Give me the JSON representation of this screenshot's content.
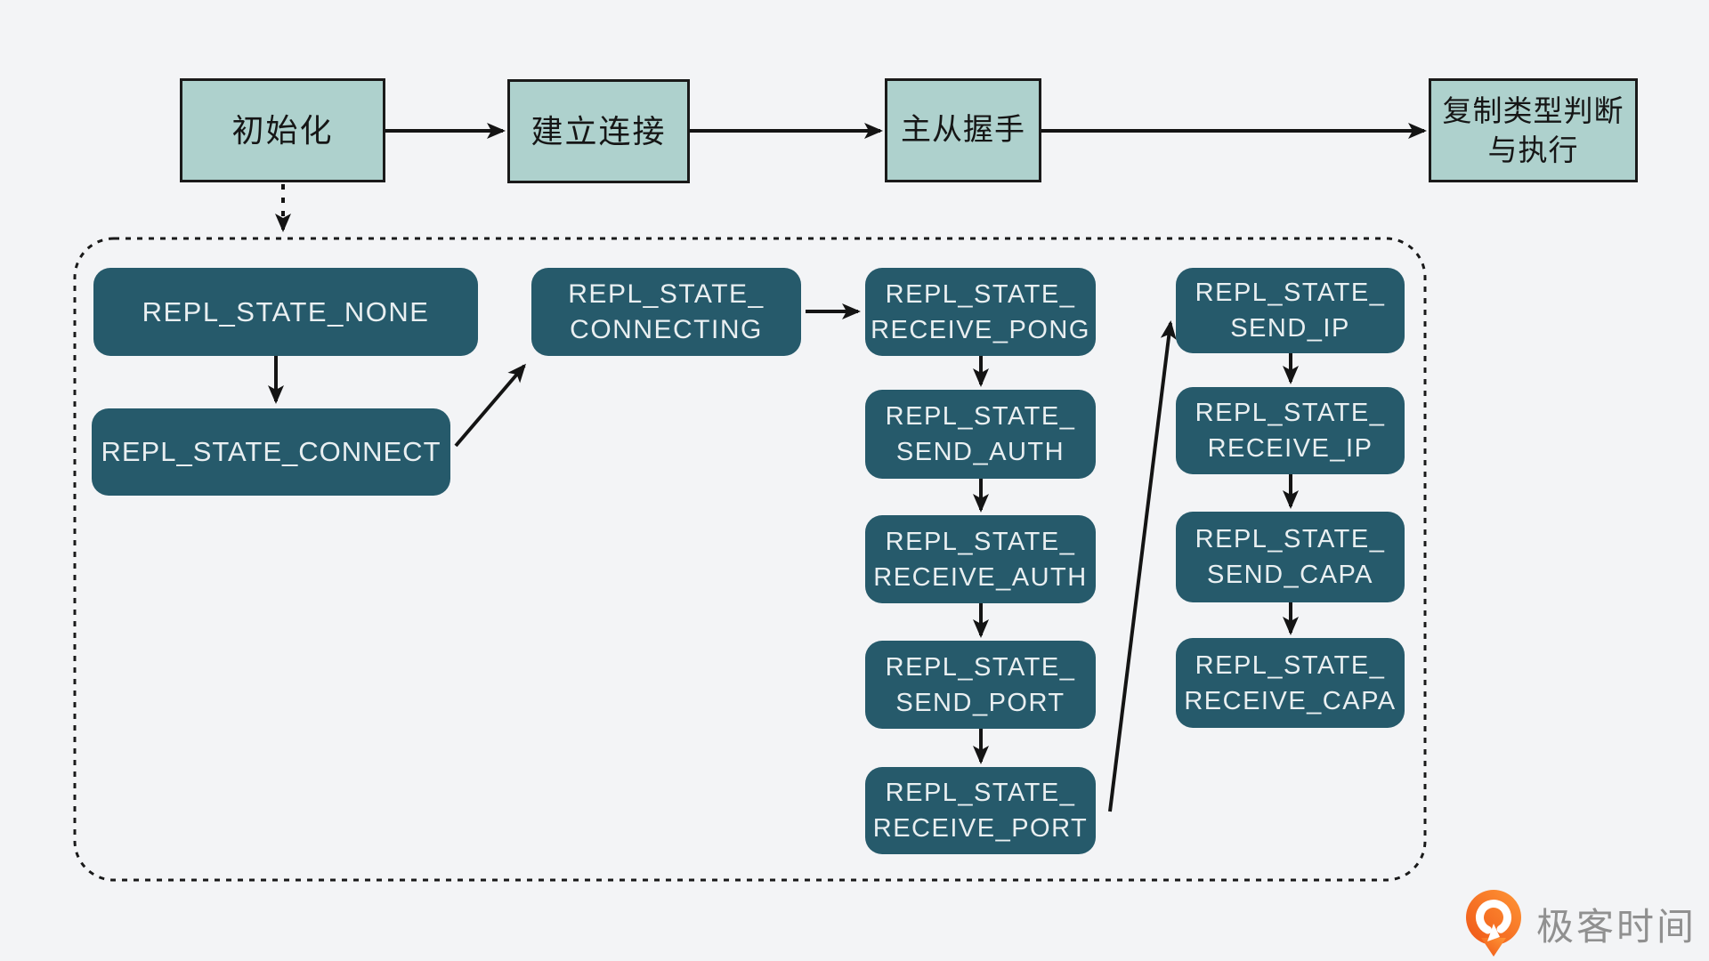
{
  "page": {
    "background_color": "#f3f4f6",
    "arrow_color": "#141414"
  },
  "top_flow": {
    "box_fill_color": "#aed1cd",
    "box_border_color": "#1a1a1a",
    "nodes": [
      {
        "id": "init",
        "lines": [
          "初始化"
        ]
      },
      {
        "id": "establish_connection",
        "lines": [
          "建立连接"
        ]
      },
      {
        "id": "master_slave_handshake",
        "lines": [
          "主从握手"
        ]
      },
      {
        "id": "repl_type_judge_execute",
        "lines": [
          "复制类型判断",
          "与执行"
        ]
      }
    ]
  },
  "state_machine": {
    "container_border_color": "#1a1a1a",
    "container_border_style": "dotted",
    "node_fill_color": "#265a6b",
    "node_text_color": "#e9eff1",
    "nodes": [
      {
        "id": "REPL_STATE_NONE",
        "lines": [
          "REPL_STATE_NONE"
        ]
      },
      {
        "id": "REPL_STATE_CONNECT",
        "lines": [
          "REPL_STATE_CONNECT"
        ]
      },
      {
        "id": "REPL_STATE_CONNECTING",
        "lines": [
          "REPL_STATE_",
          "CONNECTING"
        ]
      },
      {
        "id": "REPL_STATE_RECEIVE_PONG",
        "lines": [
          "REPL_STATE_",
          "RECEIVE_PONG"
        ]
      },
      {
        "id": "REPL_STATE_SEND_AUTH",
        "lines": [
          "REPL_STATE_",
          "SEND_AUTH"
        ]
      },
      {
        "id": "REPL_STATE_RECEIVE_AUTH",
        "lines": [
          "REPL_STATE_",
          "RECEIVE_AUTH"
        ]
      },
      {
        "id": "REPL_STATE_SEND_PORT",
        "lines": [
          "REPL_STATE_",
          "SEND_PORT"
        ]
      },
      {
        "id": "REPL_STATE_RECEIVE_PORT",
        "lines": [
          "REPL_STATE_",
          "RECEIVE_PORT"
        ]
      },
      {
        "id": "REPL_STATE_SEND_IP",
        "lines": [
          "REPL_STATE_",
          "SEND_IP"
        ]
      },
      {
        "id": "REPL_STATE_RECEIVE_IP",
        "lines": [
          "REPL_STATE_",
          "RECEIVE_IP"
        ]
      },
      {
        "id": "REPL_STATE_SEND_CAPA",
        "lines": [
          "REPL_STATE_",
          "SEND_CAPA"
        ]
      },
      {
        "id": "REPL_STATE_RECEIVE_CAPA",
        "lines": [
          "REPL_STATE_",
          "RECEIVE_CAPA"
        ]
      }
    ]
  },
  "edges": [
    {
      "from": "init",
      "to": "establish_connection",
      "style": "solid"
    },
    {
      "from": "establish_connection",
      "to": "master_slave_handshake",
      "style": "solid"
    },
    {
      "from": "master_slave_handshake",
      "to": "repl_type_judge_execute",
      "style": "solid"
    },
    {
      "from": "init",
      "to": "state_machine_container",
      "style": "dotted"
    },
    {
      "from": "REPL_STATE_NONE",
      "to": "REPL_STATE_CONNECT",
      "style": "solid"
    },
    {
      "from": "REPL_STATE_CONNECT",
      "to": "REPL_STATE_CONNECTING",
      "style": "solid"
    },
    {
      "from": "REPL_STATE_CONNECTING",
      "to": "REPL_STATE_RECEIVE_PONG",
      "style": "solid"
    },
    {
      "from": "REPL_STATE_RECEIVE_PONG",
      "to": "REPL_STATE_SEND_AUTH",
      "style": "solid"
    },
    {
      "from": "REPL_STATE_SEND_AUTH",
      "to": "REPL_STATE_RECEIVE_AUTH",
      "style": "solid"
    },
    {
      "from": "REPL_STATE_RECEIVE_AUTH",
      "to": "REPL_STATE_SEND_PORT",
      "style": "solid"
    },
    {
      "from": "REPL_STATE_SEND_PORT",
      "to": "REPL_STATE_RECEIVE_PORT",
      "style": "solid"
    },
    {
      "from": "REPL_STATE_RECEIVE_PORT",
      "to": "REPL_STATE_SEND_IP",
      "style": "solid"
    },
    {
      "from": "REPL_STATE_SEND_IP",
      "to": "REPL_STATE_RECEIVE_IP",
      "style": "solid"
    },
    {
      "from": "REPL_STATE_RECEIVE_IP",
      "to": "REPL_STATE_SEND_CAPA",
      "style": "solid"
    },
    {
      "from": "REPL_STATE_SEND_CAPA",
      "to": "REPL_STATE_RECEIVE_CAPA",
      "style": "solid"
    }
  ],
  "footer": {
    "brand_text": "极客时间",
    "brand_text_color": "#909090",
    "logo_color": "#f96a1c"
  }
}
